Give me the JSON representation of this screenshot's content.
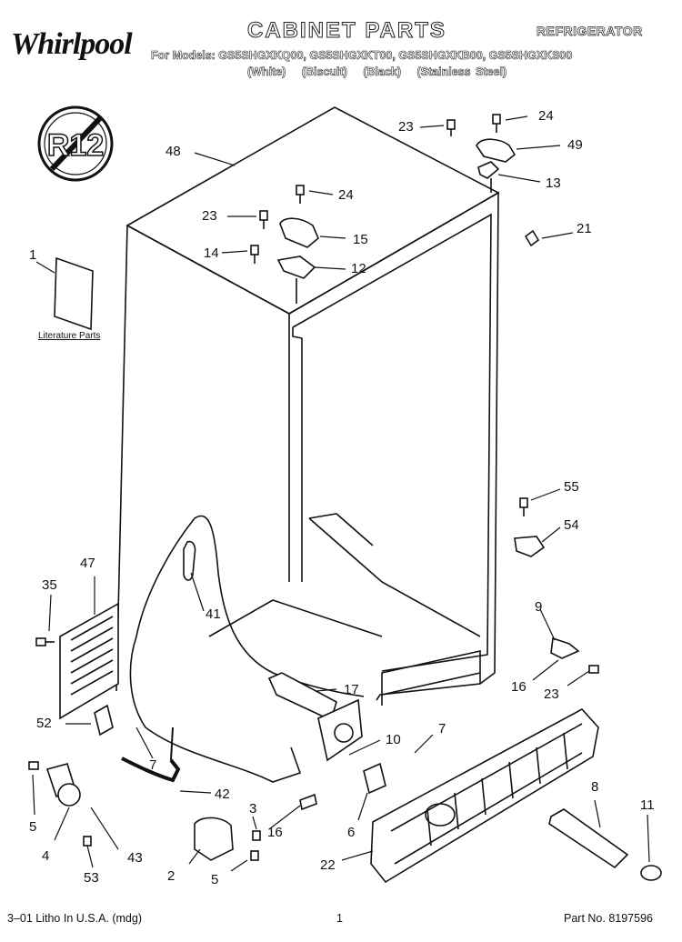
{
  "header": {
    "brand": "Whirlpool",
    "title": "CABINET PARTS",
    "category": "REFRIGERATOR",
    "models_line": "For Models: GS5SHGXKQ00, GS5SHGXKT00, GS5SHGXKB00, GS5SHGXKS00",
    "colors": [
      "(White)",
      "(Biscuit)",
      "(Black)",
      "(Stainless Steel)"
    ]
  },
  "badge": {
    "text": "R12",
    "icon": "no-r12-icon"
  },
  "literature_label": "Literature Parts",
  "callouts": [
    "48",
    "23",
    "24",
    "49",
    "13",
    "24",
    "23",
    "15",
    "21",
    "14",
    "12",
    "1",
    "55",
    "54",
    "47",
    "35",
    "41",
    "9",
    "16",
    "23",
    "17",
    "52",
    "10",
    "7",
    "7",
    "42",
    "5",
    "3",
    "16",
    "6",
    "8",
    "11",
    "4",
    "43",
    "2",
    "53",
    "5",
    "22"
  ],
  "footer": {
    "left": "3–01 Litho In U.S.A. (mdg)",
    "page": "1",
    "part_no": "Part No. 8197596"
  }
}
